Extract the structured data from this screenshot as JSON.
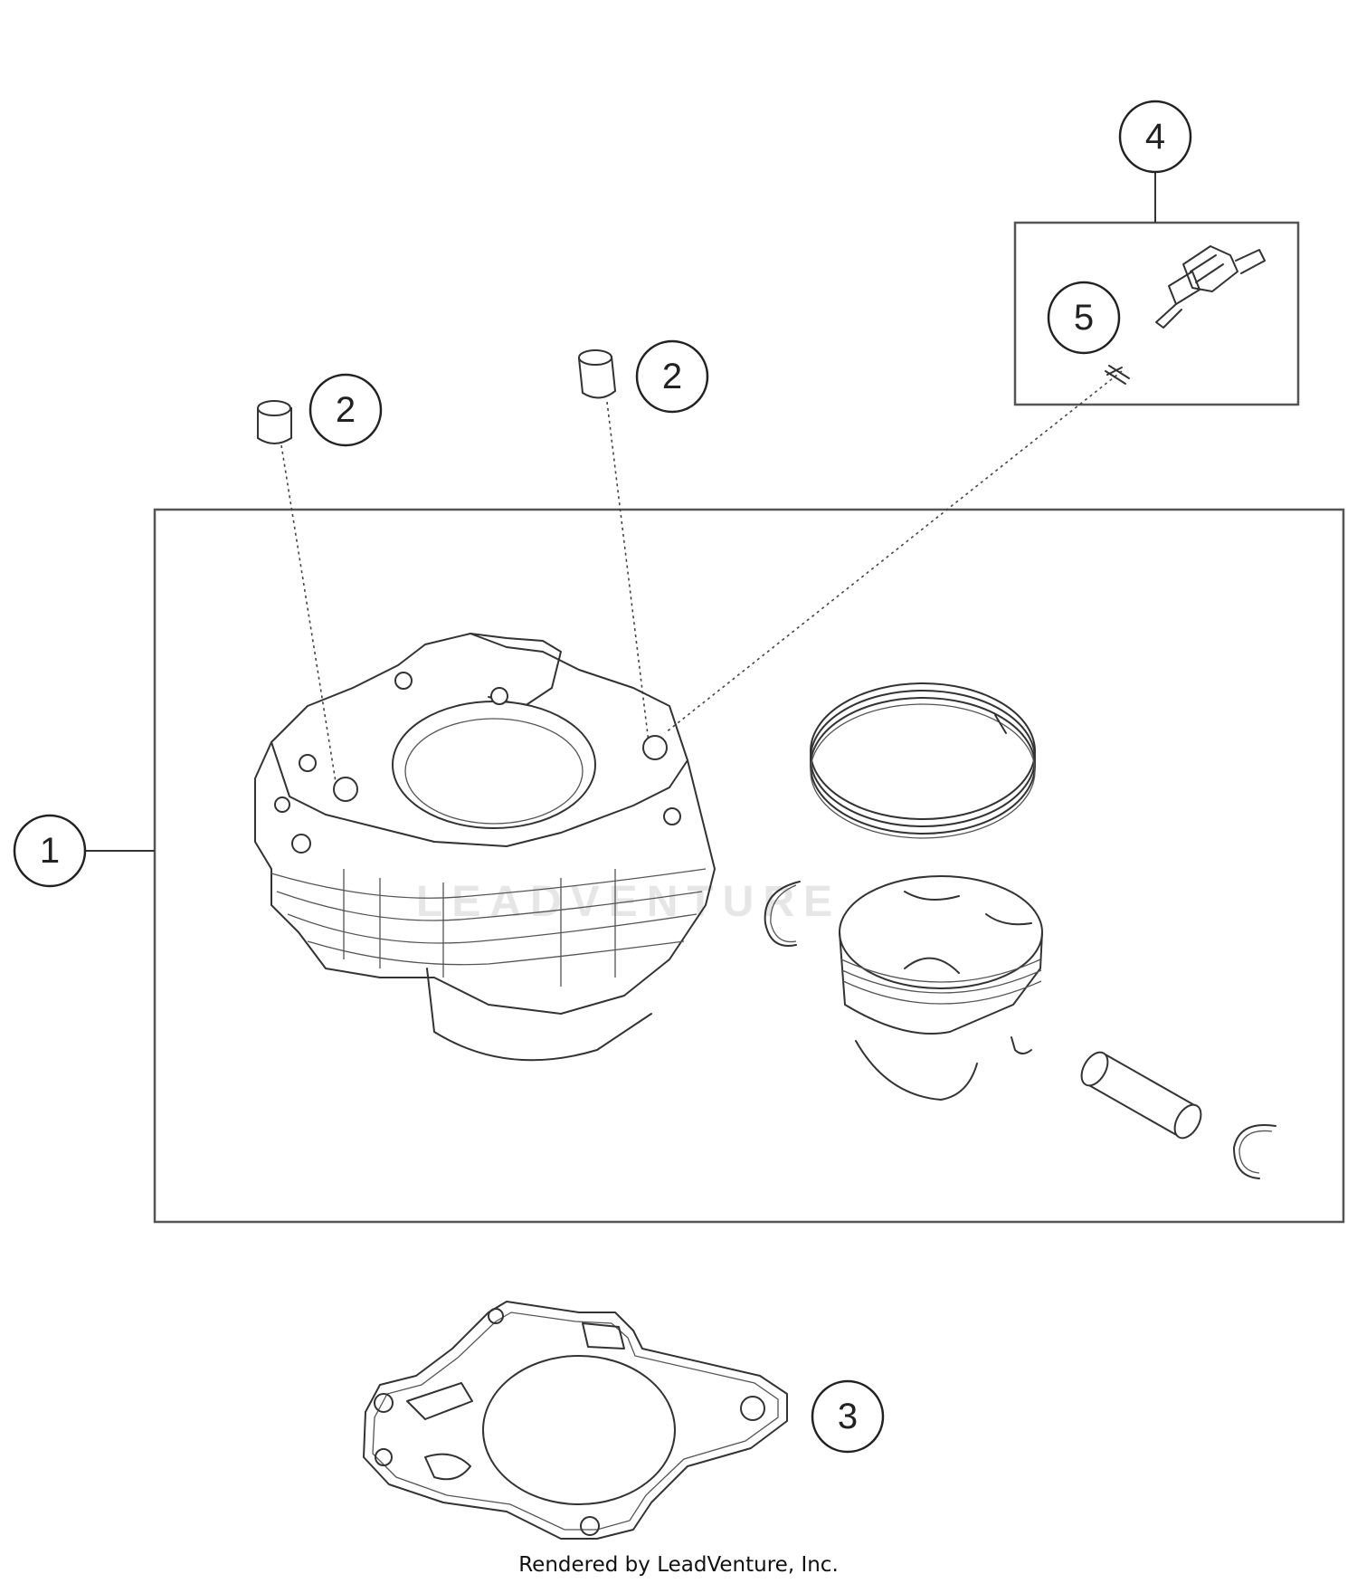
{
  "diagram": {
    "callouts": [
      {
        "id": "1",
        "label": "1"
      },
      {
        "id": "2a",
        "label": "2"
      },
      {
        "id": "2b",
        "label": "2"
      },
      {
        "id": "3",
        "label": "3"
      },
      {
        "id": "4",
        "label": "4"
      },
      {
        "id": "5",
        "label": "5"
      }
    ],
    "watermark": "LEADVENTURE"
  },
  "footer": {
    "text": "Rendered by LeadVenture, Inc."
  }
}
